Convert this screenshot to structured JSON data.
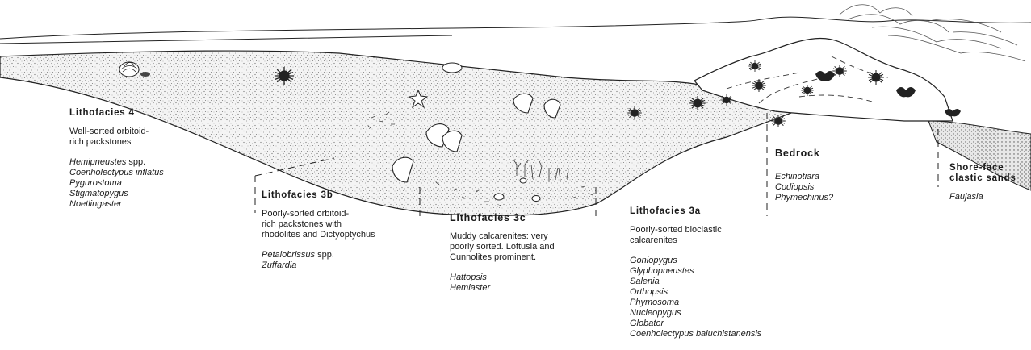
{
  "facies": {
    "lf4": {
      "title": "Lithofacies 4",
      "desc": [
        "Well-sorted orbitoid-",
        "rich packstones"
      ],
      "taxa": [
        {
          "name": "Hemipneustes",
          "suffix": " spp."
        },
        {
          "name": "Coenholectypus inflatus",
          "suffix": ""
        },
        {
          "name": "Pygurostoma",
          "suffix": ""
        },
        {
          "name": "Stigmatopygus",
          "suffix": ""
        },
        {
          "name": "Noetlingaster",
          "suffix": ""
        }
      ]
    },
    "lf3b": {
      "title": "Lithofacies 3b",
      "desc": [
        "Poorly-sorted orbitoid-",
        "rich packstones with",
        "rhodolites and Dictyoptychus"
      ],
      "taxa": [
        {
          "name": "Petalobrissus",
          "suffix": " spp."
        },
        {
          "name": "Zuffardia",
          "suffix": ""
        }
      ]
    },
    "lf3c": {
      "title": "Lithofacies 3c",
      "desc": [
        "Muddy calcarenites: very",
        "poorly sorted. Loftusia and",
        "Cunnolites prominent."
      ],
      "taxa": [
        {
          "name": "Hattopsis",
          "suffix": ""
        },
        {
          "name": "Hemiaster",
          "suffix": ""
        }
      ]
    },
    "lf3a": {
      "title": "Lithofacies 3a",
      "desc": [
        "Poorly-sorted bioclastic",
        "calcarenites"
      ],
      "taxa": [
        {
          "name": "Goniopygus",
          "suffix": ""
        },
        {
          "name": "Glyphopneustes",
          "suffix": ""
        },
        {
          "name": "Salenia",
          "suffix": ""
        },
        {
          "name": "Orthopsis",
          "suffix": ""
        },
        {
          "name": "Phymosoma",
          "suffix": ""
        },
        {
          "name": "Nucleopygus",
          "suffix": ""
        },
        {
          "name": "Globator",
          "suffix": ""
        },
        {
          "name": "Coenholectypus baluchistanensis",
          "suffix": ""
        }
      ]
    },
    "bedrock": {
      "title": "Bedrock",
      "desc": [],
      "taxa": [
        {
          "name": "Echinotiara",
          "suffix": ""
        },
        {
          "name": "Codiopsis",
          "suffix": ""
        },
        {
          "name": "Phymechinus?",
          "suffix": ""
        }
      ]
    },
    "shoreface": {
      "title": "Shore-face clastic sands",
      "title_lines": [
        "Shore-face",
        "clastic  sands"
      ],
      "desc": [],
      "taxa": [
        {
          "name": "Faujasia",
          "suffix": ""
        }
      ]
    }
  },
  "colors": {
    "ink": "#1a1a1a",
    "sediment_fill": "#f1f1f1",
    "stipple": "#7a7a7a"
  },
  "icons": [
    "gastropod-icon",
    "spiny-echinoid-icon",
    "starfish-icon",
    "bivalve-icon",
    "rudist-icon",
    "coral-icon",
    "shoreline-wave-icon"
  ]
}
